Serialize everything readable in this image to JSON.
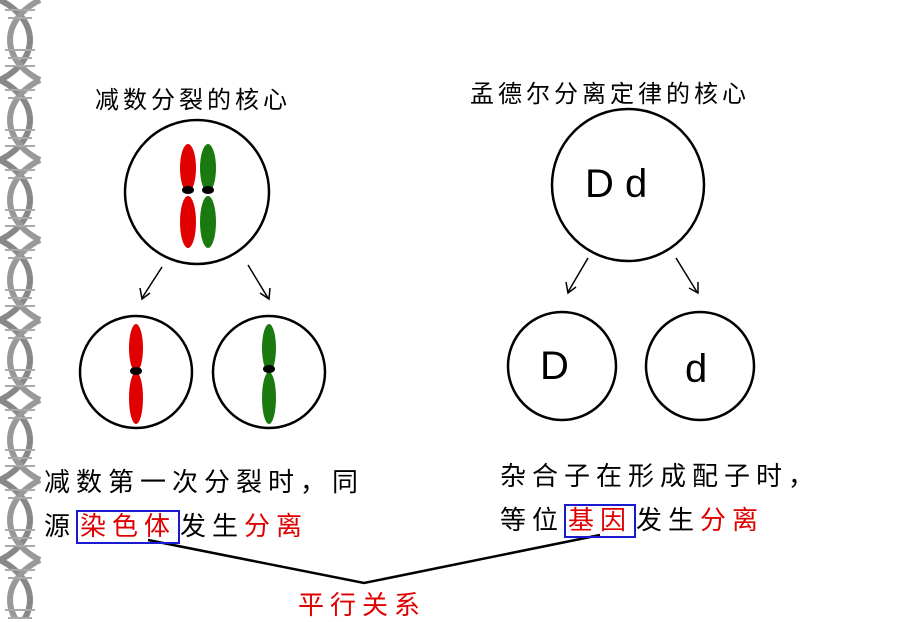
{
  "left": {
    "title": "减数分裂的核心",
    "line1": "减数第一次分裂时，同",
    "line2_pre": "源",
    "line2_boxed": "染色体",
    "line2_mid": "发生",
    "line2_red": "分离"
  },
  "right": {
    "title": "孟德尔分离定律的核心",
    "parent_label": "D d",
    "child1_label": "D",
    "child2_label": "d",
    "line1": "杂合子在形成配子时，",
    "line2_pre": "等位",
    "line2_boxed": "基因",
    "line2_mid": "发生",
    "line2_red": "分离"
  },
  "bottom_label": "平行关系",
  "colors": {
    "red": "#e00000",
    "green": "#1a7a10",
    "box": "#1a1ad0"
  }
}
